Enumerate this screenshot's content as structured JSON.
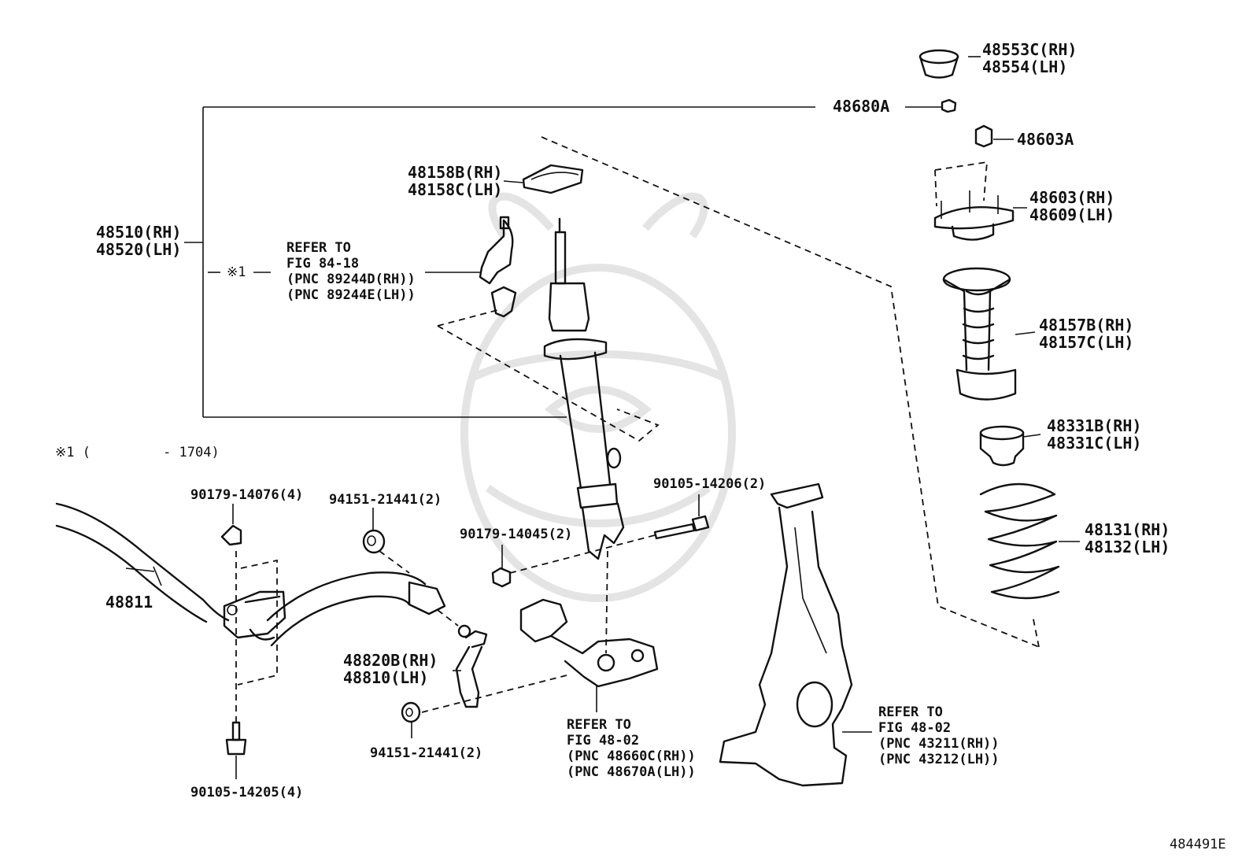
{
  "diagram_id": "484491E",
  "note": {
    "marker": "※1",
    "text": "※1 (         - 1704)"
  },
  "labels": {
    "p48553": [
      "48553C(RH)",
      "48554(LH)"
    ],
    "p48680A": "48680A",
    "p48603A": "48603A",
    "p48158": [
      "48158B(RH)",
      "48158C(LH)"
    ],
    "p48603": [
      "48603(RH)",
      "48609(LH)"
    ],
    "p48510": [
      "48510(RH)",
      "48520(LH)"
    ],
    "p48157": [
      "48157B(RH)",
      "48157C(LH)"
    ],
    "p48331": [
      "48331B(RH)",
      "48331C(LH)"
    ],
    "p48131": [
      "48131(RH)",
      "48132(LH)"
    ],
    "p48811": "48811",
    "p90179_14076": "90179-14076(4)",
    "p94151_top": "94151-21441(2)",
    "p90105_14206": "90105-14206(2)",
    "p90179_14045": "90179-14045(2)",
    "p48820": [
      "48820B(RH)",
      "48810(LH)"
    ],
    "p94151_bottom": "94151-21441(2)",
    "p90105_14205": "90105-14205(4)"
  },
  "references": {
    "sensor": [
      "REFER TO",
      "FIG 84-18",
      "(PNC 89244D(RH))",
      "(PNC 89244E(LH))"
    ],
    "arm": [
      "REFER TO",
      "FIG 48-02",
      "(PNC 48660C(RH))",
      "(PNC 48670A(LH))"
    ],
    "knuckle": [
      "REFER TO",
      "FIG 48-02",
      "(PNC 43211(RH))",
      "(PNC 43212(LH))"
    ]
  }
}
